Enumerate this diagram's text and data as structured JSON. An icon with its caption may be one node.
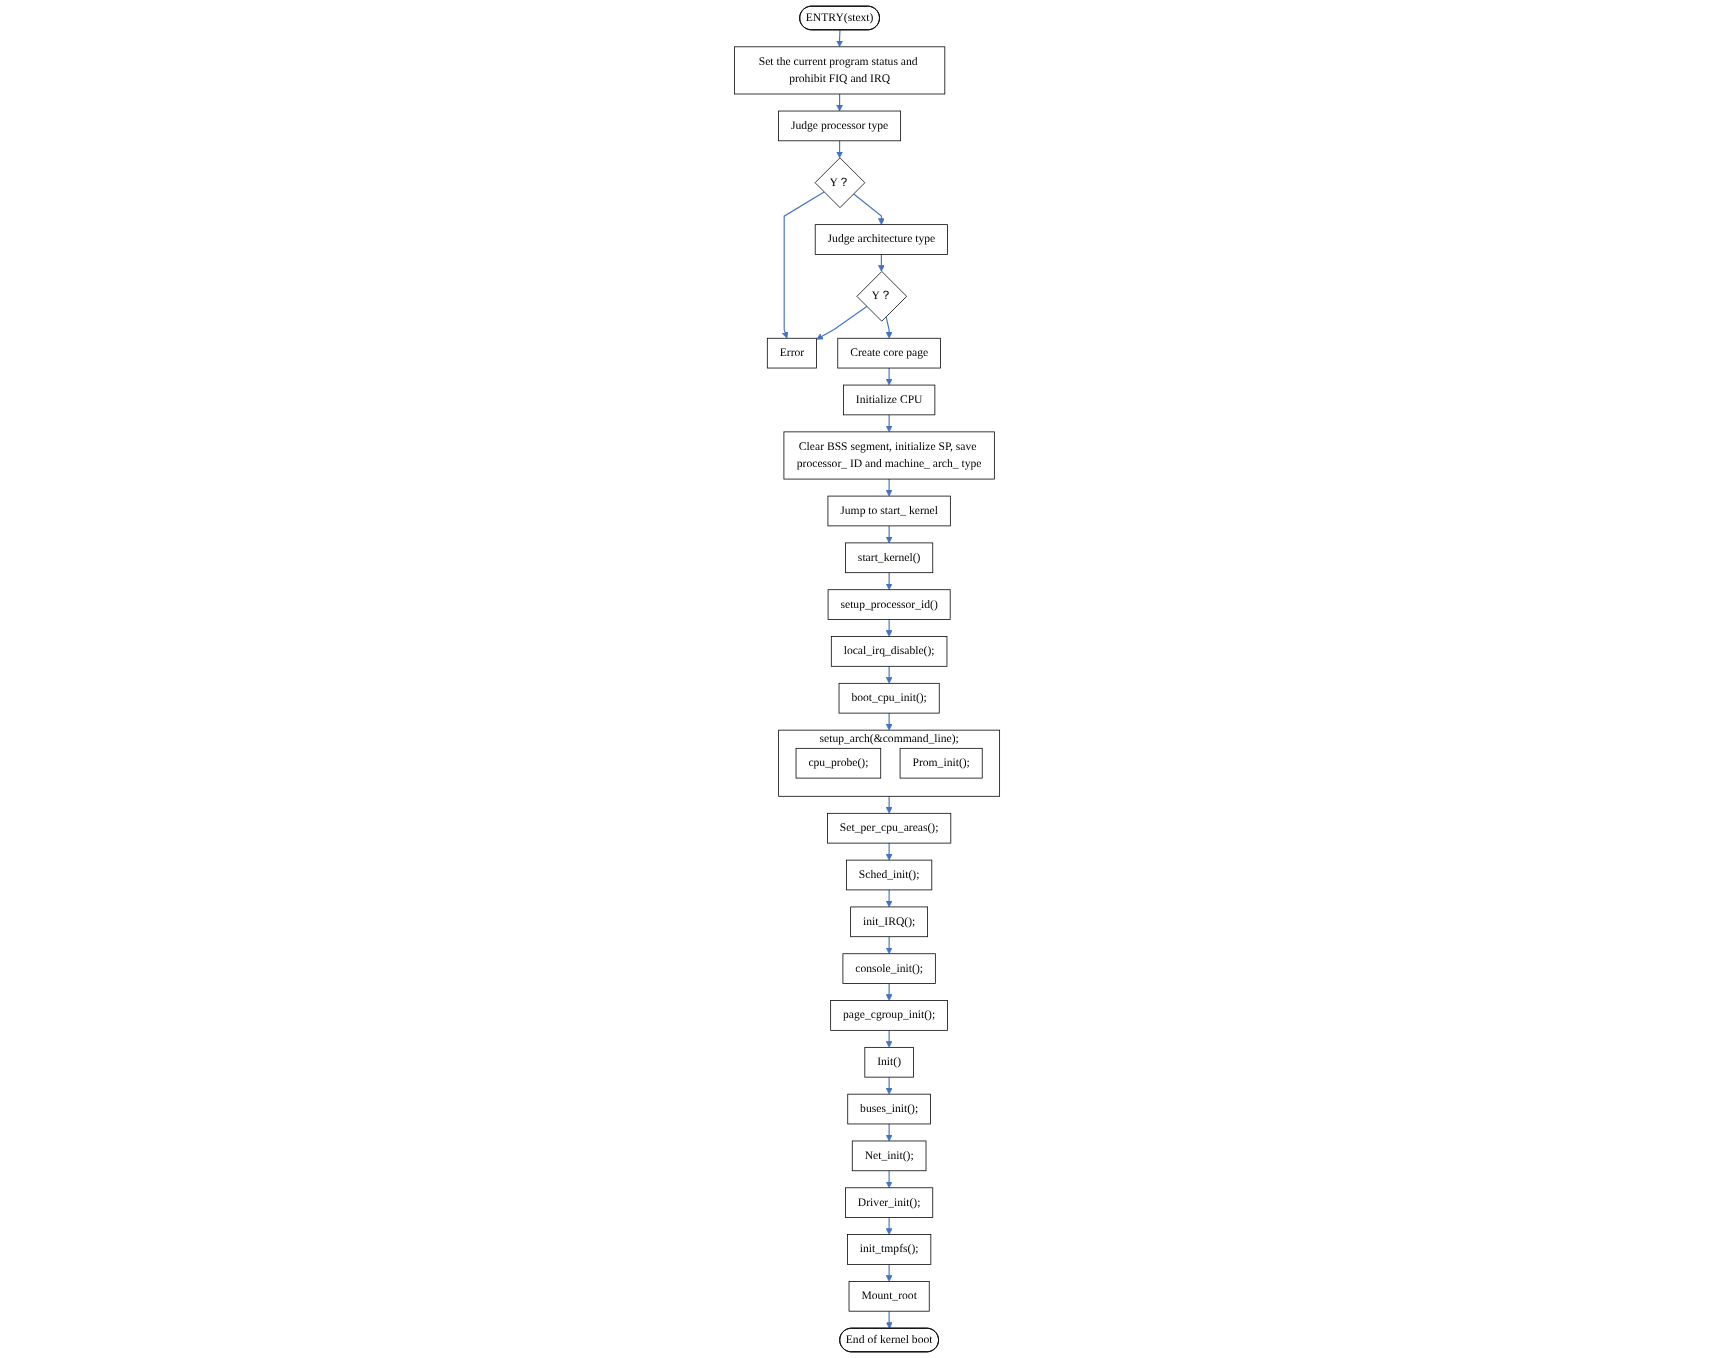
{
  "diagram": {
    "nodes": [
      {
        "text": [
          "ENTRY(stext)"
        ]
      },
      {
        "text": [
          "Set the current program status and prohibit FIQ and IRQ"
        ]
      },
      {
        "text": [
          "Judge processor type"
        ]
      },
      {
        "text": [
          "Y？"
        ]
      },
      {
        "text": [
          "Error"
        ]
      },
      {
        "text": [
          "Judge architecture type"
        ]
      },
      {
        "text": [
          "Y？"
        ]
      },
      {
        "text": [
          "Create core page"
        ]
      },
      {
        "text": [
          "Initialize CPU"
        ]
      },
      {
        "text": [
          "Clear BSS segment, initialize SP, save processor_ ID and machine_ arch_ type"
        ]
      },
      {
        "text": [
          "Jump to start_ kernel"
        ]
      },
      {
        "text": [
          "start_kernel()"
        ]
      },
      {
        "text": [
          "setup_processor_id()"
        ]
      },
      {
        "text": [
          "local_irq_disable();"
        ]
      },
      {
        "text": [
          "boot_cpu_init();"
        ]
      },
      {
        "text": [
          "setup_arch(&command_line);"
        ]
      },
      {
        "text": [
          "cpu_probe();"
        ],
        "in": 15
      },
      {
        "text": [
          "Prom_init();"
        ],
        "in": 15
      },
      {
        "text": [
          "Set_per_cpu_areas();"
        ]
      },
      {
        "text": [
          "Sched_init();"
        ]
      },
      {
        "text": [
          "init_IRQ();"
        ]
      },
      {
        "text": [
          "console_init();"
        ]
      },
      {
        "text": [
          "page_cgroup_init();"
        ]
      },
      {
        "text": [
          "Init()"
        ]
      },
      {
        "text": [
          "buses_init();"
        ]
      },
      {
        "text": [
          "Net_init();"
        ]
      },
      {
        "text": [
          "Driver_init();"
        ]
      },
      {
        "text": [
          "init_tmpfs();"
        ]
      },
      {
        "text": [
          "Mount_root"
        ]
      },
      {
        "text": [
          "End of kernel boot"
        ]
      }
    ],
    "edges": [
      {
        "from": 0,
        "to": 1,
        "arrow": "to"
      },
      {
        "from": 1,
        "to": 2,
        "arrow": "to"
      },
      {
        "from": 2,
        "to": 3,
        "arrow": "to"
      },
      {
        "from": 3,
        "to": 4,
        "arrow": "to"
      },
      {
        "from": 3,
        "to": 5,
        "arrow": "to"
      },
      {
        "from": 5,
        "to": 6,
        "arrow": "to"
      },
      {
        "from": 6,
        "to": 4,
        "arrow": "to"
      },
      {
        "from": 6,
        "to": 7,
        "arrow": "to"
      },
      {
        "from": 7,
        "to": 8,
        "arrow": "to"
      },
      {
        "from": 8,
        "to": 9,
        "arrow": "to"
      },
      {
        "from": 9,
        "to": 10,
        "arrow": "to"
      },
      {
        "from": 10,
        "to": 11,
        "arrow": "to"
      },
      {
        "from": 11,
        "to": 12,
        "arrow": "to"
      },
      {
        "from": 12,
        "to": 13,
        "arrow": "to"
      },
      {
        "from": 13,
        "to": 14,
        "arrow": "to"
      },
      {
        "from": 14,
        "to": 15,
        "arrow": "to"
      },
      {
        "from": 15,
        "to": 18,
        "arrow": "to"
      },
      {
        "from": 18,
        "to": 19,
        "arrow": "to"
      },
      {
        "from": 19,
        "to": 20,
        "arrow": "to"
      },
      {
        "from": 20,
        "to": 21,
        "arrow": "to"
      },
      {
        "from": 21,
        "to": 22,
        "arrow": "to"
      },
      {
        "from": 22,
        "to": 23,
        "arrow": "to"
      },
      {
        "from": 23,
        "to": 24,
        "arrow": "to"
      },
      {
        "from": 24,
        "to": 25,
        "arrow": "to"
      },
      {
        "from": 25,
        "to": 26,
        "arrow": "to"
      },
      {
        "from": 26,
        "to": 27,
        "arrow": "to"
      },
      {
        "from": 27,
        "to": 28,
        "arrow": "to"
      },
      {
        "from": 28,
        "to": 29,
        "arrow": "to"
      }
    ]
  }
}
